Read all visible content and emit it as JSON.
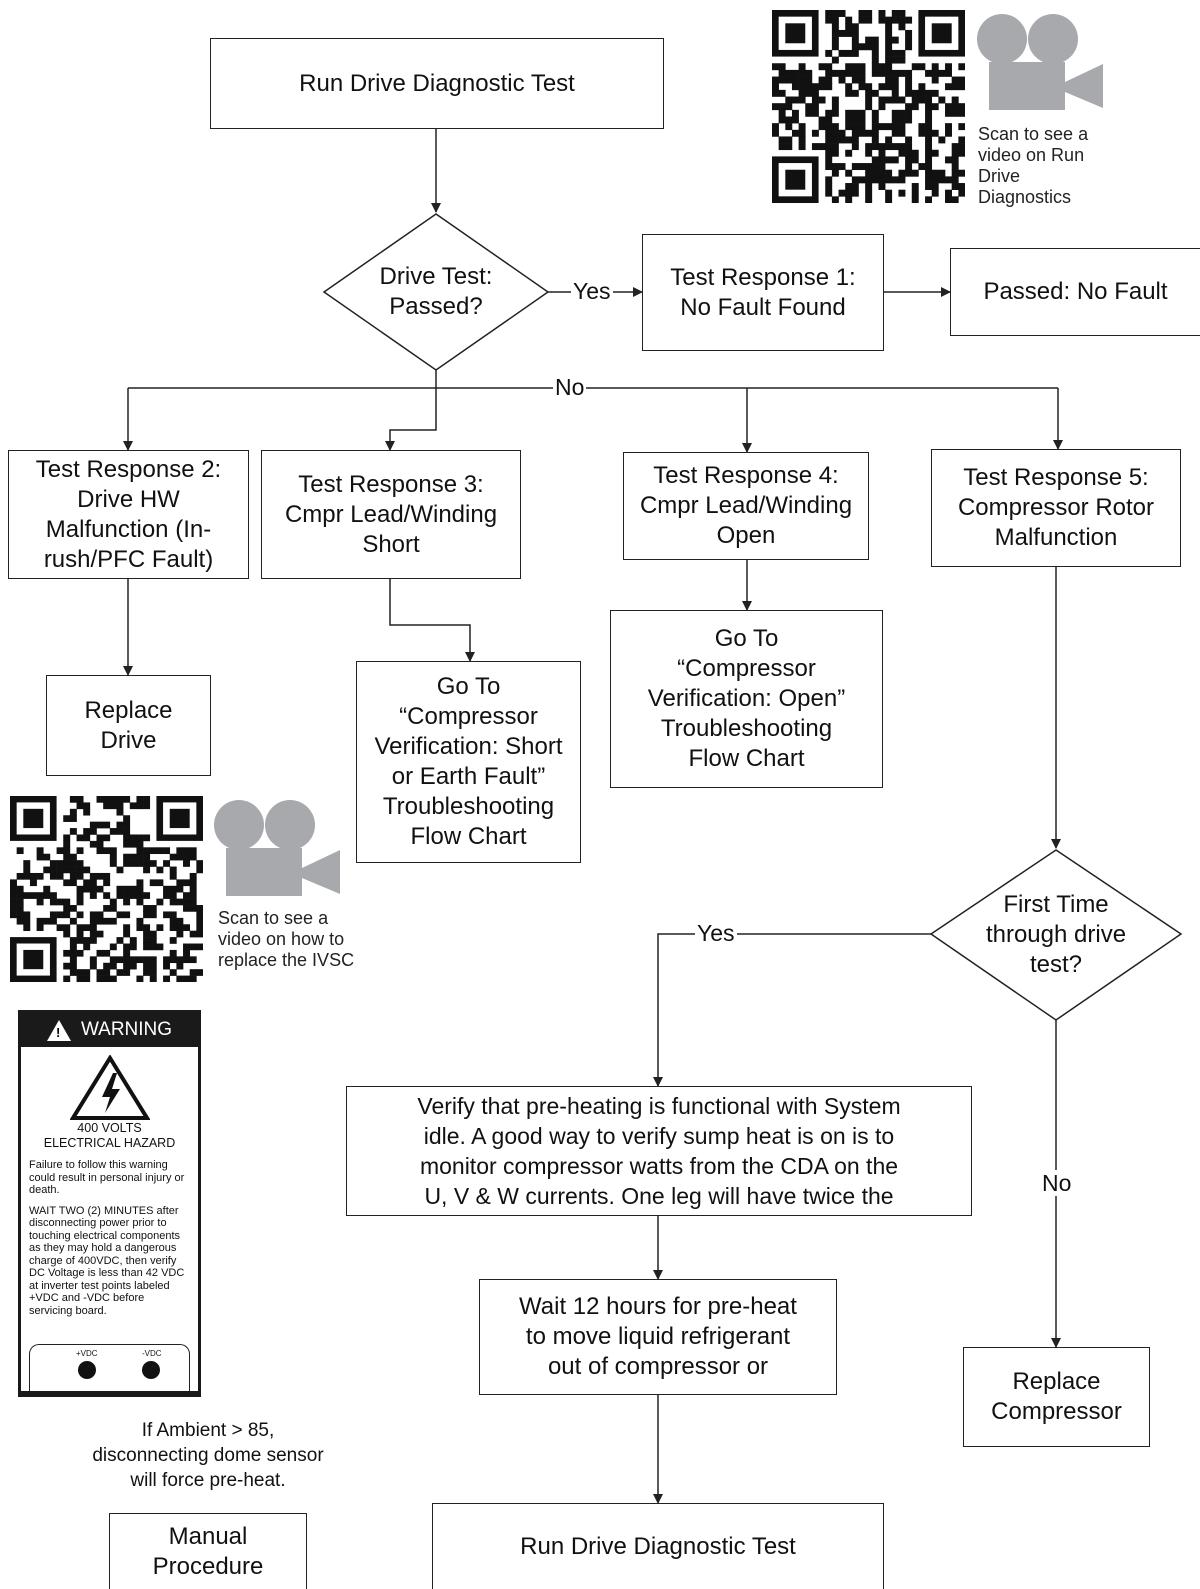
{
  "nodes": {
    "start": "Run Drive Diagnostic Test",
    "drive_test": [
      "Drive Test:",
      "Passed?"
    ],
    "tr1": [
      "Test Response 1:",
      "No Fault Found"
    ],
    "passed": "Passed:  No Fault",
    "tr2": [
      "Test Response 2:",
      "Drive HW",
      "Malfunction (In-",
      "rush/PFC Fault)"
    ],
    "tr3": [
      "Test Response 3:",
      "Cmpr Lead/Winding",
      "Short"
    ],
    "tr4": [
      "Test Response 4:",
      "Cmpr Lead/Winding",
      "Open"
    ],
    "tr5": [
      "Test Response 5:",
      "Compressor Rotor",
      "Malfunction"
    ],
    "replace_drive": [
      "Replace",
      "Drive"
    ],
    "goto_short": [
      "Go To",
      "“Compressor",
      "Verification: Short",
      "or Earth Fault”",
      "Troubleshooting",
      "Flow Chart"
    ],
    "goto_open": [
      "Go To",
      "“Compressor",
      "Verification: Open”",
      "Troubleshooting",
      "Flow Chart"
    ],
    "first_time": [
      "First Time",
      "through drive",
      "test?"
    ],
    "verify_preheat": [
      "Verify that pre-heating is functional with System",
      "idle. A good way to verify sump heat is on is to",
      "monitor compressor watts from the CDA on the",
      "U, V & W currents. One leg will have twice the"
    ],
    "wait": [
      "Wait 12 hours for pre-heat",
      "to move liquid refrigerant",
      "out of compressor or"
    ],
    "replace_compressor": [
      "Replace",
      "Compressor"
    ],
    "run_again": "Run Drive Diagnostic Test",
    "manual": [
      "Manual",
      "Procedure"
    ]
  },
  "edge_labels": {
    "yes1": "Yes",
    "no1": "No",
    "yes2": "Yes",
    "no2": "No"
  },
  "qr_captions": {
    "top": [
      "Scan to see a",
      "video on Run",
      "Drive",
      "Diagnostics"
    ],
    "left": [
      "Scan to see a",
      "video on how to",
      "replace the IVSC"
    ]
  },
  "note": [
    "If Ambient > 85,",
    "disconnecting dome sensor",
    "will force pre-heat."
  ],
  "warning_label": {
    "header": "WARNING",
    "hazard_1": "400 VOLTS",
    "hazard_2": "ELECTRICAL HAZARD",
    "para_1": "Failure to follow this warning could result in personal injury or death.",
    "para_2": "WAIT TWO (2) MINUTES after disconnecting power prior to touching electrical components as they may hold a dangerous charge of 400VDC, then verify DC Voltage is less than 42 VDC at inverter test points labeled +VDC and -VDC before servicing board.",
    "term_pos": "+VDC",
    "term_neg": "-VDC"
  },
  "icons": {
    "qr": "qr-code-icon",
    "camera": "video-camera-icon",
    "warning": "warning-triangle-icon",
    "bolt": "high-voltage-icon"
  },
  "colors": {
    "line": "#222222",
    "icon_gray": "#a7a9ac",
    "warning_bg": "#1a1a1a"
  }
}
